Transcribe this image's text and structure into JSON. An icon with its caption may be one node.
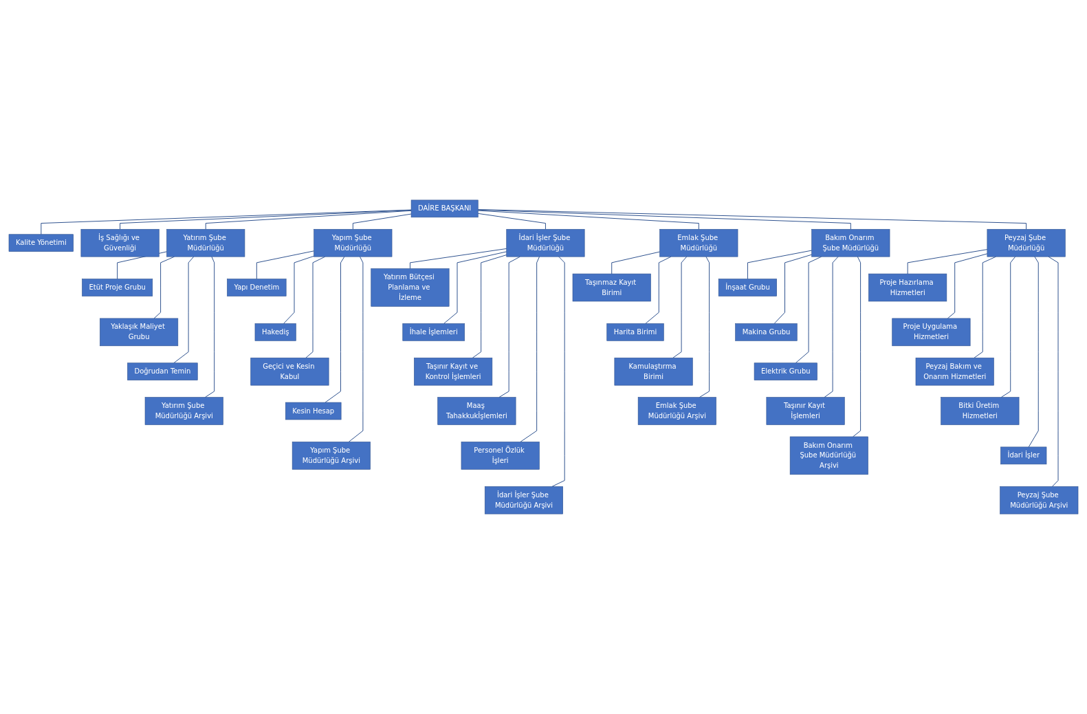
{
  "diagram": {
    "nodes": [
      {
        "text": [
          "DAİRE BAŞKANI"
        ]
      },
      {
        "text": [
          "Kalite Yönetimi"
        ]
      },
      {
        "text": [
          "İş Sağlığı ve Güvenliği"
        ]
      },
      {
        "text": [
          "Yatırım Şube Müdürlüğü"
        ]
      },
      {
        "text": [
          "Yapım Şube Müdürlüğü"
        ]
      },
      {
        "text": [
          "İdari İşler Şube Müdürlüğü"
        ]
      },
      {
        "text": [
          "Emlak Şube Müdürlüğü"
        ]
      },
      {
        "text": [
          "Bakım Onarım Şube Müdürlüğü"
        ]
      },
      {
        "text": [
          "Peyzaj Şube Müdürlüğü"
        ]
      },
      {
        "text": [
          "Etüt Proje Grubu"
        ]
      },
      {
        "text": [
          "Yaklaşık Maliyet Grubu"
        ]
      },
      {
        "text": [
          "Doğrudan Temin"
        ]
      },
      {
        "text": [
          "Yatırım Şube Müdürlüğü Arşivi"
        ]
      },
      {
        "text": [
          "Yapı Denetim"
        ]
      },
      {
        "text": [
          "Hakediş"
        ]
      },
      {
        "text": [
          "Geçici ve Kesin Kabul"
        ]
      },
      {
        "text": [
          "Kesin Hesap"
        ]
      },
      {
        "text": [
          "Yapım Şube Müdürlüğü Arşivi"
        ]
      },
      {
        "text": [
          "Yatırım Bütçesi Planlama ve İzleme"
        ]
      },
      {
        "text": [
          "İhale İşlemleri"
        ]
      },
      {
        "text": [
          "Taşınır Kayıt ve Kontrol İşlemleri"
        ]
      },
      {
        "text": [
          "Maaş Tahakkukİşlemleri"
        ]
      },
      {
        "text": [
          "Personel Özlük İşleri"
        ]
      },
      {
        "text": [
          "İdari İşler Şube Müdürlüğü Arşivi"
        ]
      },
      {
        "text": [
          "Taşınmaz Kayıt Birimi"
        ]
      },
      {
        "text": [
          "Harita Birimi"
        ]
      },
      {
        "text": [
          "Kamulaştırma Birimi"
        ]
      },
      {
        "text": [
          "Emlak Şube Müdürlüğü Arşivi"
        ]
      },
      {
        "text": [
          "İnşaat Grubu"
        ]
      },
      {
        "text": [
          "Makina Grubu"
        ]
      },
      {
        "text": [
          "Elektrik Grubu"
        ]
      },
      {
        "text": [
          "Taşınır Kayıt İşlemleri"
        ]
      },
      {
        "text": [
          "Bakım Onarım Şube Müdürlüğü Arşivi"
        ]
      },
      {
        "text": [
          "Proje Hazırlama Hizmetleri"
        ]
      },
      {
        "text": [
          "Proje Uygulama Hizmetleri"
        ]
      },
      {
        "text": [
          "Peyzaj Bakım ve Onarım Hizmetleri"
        ]
      },
      {
        "text": [
          "Bitki Üretim Hizmetleri"
        ]
      },
      {
        "text": [
          "İdari İşler"
        ]
      },
      {
        "text": [
          "Peyzaj Şube Müdürlüğü Arşivi"
        ]
      }
    ],
    "edges": [
      {
        "from": 0,
        "to": 1,
        "arrow": "none"
      },
      {
        "from": 0,
        "to": 2,
        "arrow": "none"
      },
      {
        "from": 0,
        "to": 3,
        "arrow": "none"
      },
      {
        "from": 0,
        "to": 4,
        "arrow": "none"
      },
      {
        "from": 0,
        "to": 5,
        "arrow": "none"
      },
      {
        "from": 0,
        "to": 6,
        "arrow": "none"
      },
      {
        "from": 0,
        "to": 7,
        "arrow": "none"
      },
      {
        "from": 0,
        "to": 8,
        "arrow": "none"
      },
      {
        "from": 3,
        "to": 9,
        "arrow": "none"
      },
      {
        "from": 3,
        "to": 10,
        "arrow": "none"
      },
      {
        "from": 3,
        "to": 11,
        "arrow": "none"
      },
      {
        "from": 3,
        "to": 12,
        "arrow": "none"
      },
      {
        "from": 4,
        "to": 13,
        "arrow": "none"
      },
      {
        "from": 4,
        "to": 14,
        "arrow": "none"
      },
      {
        "from": 4,
        "to": 15,
        "arrow": "none"
      },
      {
        "from": 4,
        "to": 16,
        "arrow": "none"
      },
      {
        "from": 4,
        "to": 17,
        "arrow": "none"
      },
      {
        "from": 5,
        "to": 18,
        "arrow": "none"
      },
      {
        "from": 5,
        "to": 19,
        "arrow": "none"
      },
      {
        "from": 5,
        "to": 20,
        "arrow": "none"
      },
      {
        "from": 5,
        "to": 21,
        "arrow": "none"
      },
      {
        "from": 5,
        "to": 22,
        "arrow": "none"
      },
      {
        "from": 5,
        "to": 23,
        "arrow": "none"
      },
      {
        "from": 6,
        "to": 24,
        "arrow": "none"
      },
      {
        "from": 6,
        "to": 25,
        "arrow": "none"
      },
      {
        "from": 6,
        "to": 26,
        "arrow": "none"
      },
      {
        "from": 6,
        "to": 27,
        "arrow": "none"
      },
      {
        "from": 7,
        "to": 28,
        "arrow": "none"
      },
      {
        "from": 7,
        "to": 29,
        "arrow": "none"
      },
      {
        "from": 7,
        "to": 30,
        "arrow": "none"
      },
      {
        "from": 7,
        "to": 31,
        "arrow": "none"
      },
      {
        "from": 7,
        "to": 32,
        "arrow": "none"
      },
      {
        "from": 8,
        "to": 33,
        "arrow": "none"
      },
      {
        "from": 8,
        "to": 34,
        "arrow": "none"
      },
      {
        "from": 8,
        "to": 35,
        "arrow": "none"
      },
      {
        "from": 8,
        "to": 36,
        "arrow": "none"
      },
      {
        "from": 8,
        "to": 37,
        "arrow": "none"
      },
      {
        "from": 8,
        "to": 38,
        "arrow": "none"
      }
    ]
  }
}
